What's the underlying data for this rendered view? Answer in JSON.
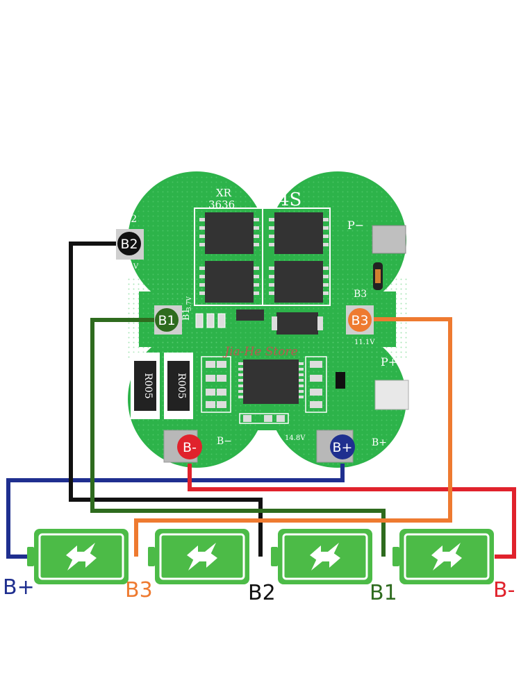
{
  "board": {
    "chip_marking": [
      "XR",
      "3636"
    ],
    "series_marking": "4S",
    "resistor_marking": "R005",
    "watermark": "Jia-He Store",
    "silkscreen": {
      "b2": "B2",
      "b2_voltage": "7.4V",
      "b1": "B1",
      "b1_voltage": "3.7V",
      "b3": "B3",
      "b3_voltage": "11.1V",
      "p_minus": "P−",
      "p_plus": "P+",
      "b_minus": "B−",
      "b_plus": "B+",
      "total_voltage": "14.8V"
    }
  },
  "pads": {
    "b2": "B2",
    "b1": "B1",
    "b3": "B3",
    "b_minus": "B-",
    "b_plus": "B+"
  },
  "terminals": {
    "b_plus": "B+",
    "b3": "B3",
    "b2": "B2",
    "b1": "B1",
    "b_minus": "B-"
  },
  "colors": {
    "board": "#2db34a",
    "wire_b_plus": "#1f2f8f",
    "wire_b3": "#ee7a30",
    "wire_b2": "#111111",
    "wire_b1": "#2e6b1e",
    "wire_b_minus": "#e0222c",
    "battery": "#4cbb47"
  }
}
